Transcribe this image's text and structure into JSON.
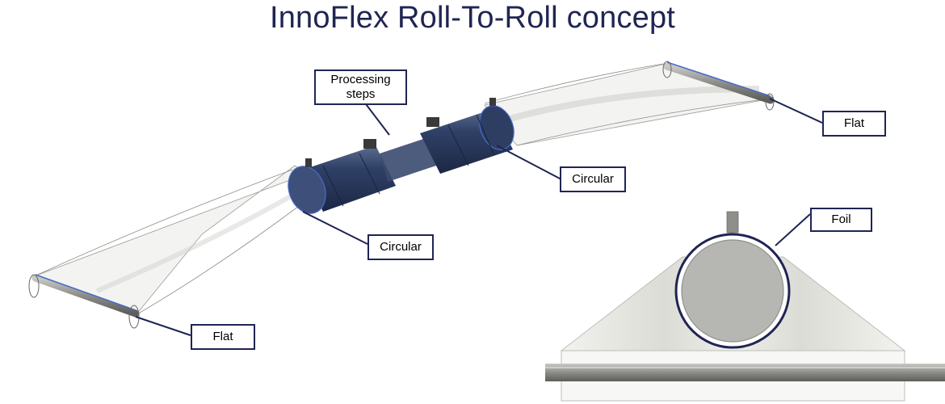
{
  "title": "InnoFlex Roll-To-Roll concept",
  "labels": {
    "processing_steps": "Processing\nsteps",
    "circular_right": "Circular",
    "circular_left": "Circular",
    "flat_right": "Flat",
    "flat_left": "Flat",
    "foil": "Foil"
  },
  "colors": {
    "title": "#1f2553",
    "cylinder": "#2a3d63",
    "callout_border": "#1f2553",
    "roller_edge": "#4a6cc9"
  }
}
